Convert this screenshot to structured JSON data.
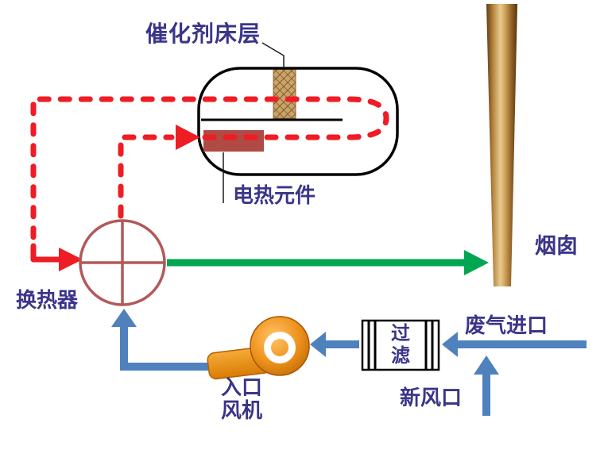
{
  "diagram": {
    "labels": {
      "catalyst_bed": "催化剂床层",
      "electric_heater": "电热元件",
      "heat_exchanger": "换热器",
      "chimney": "烟囱",
      "inlet_fan": [
        "入口",
        "风机"
      ],
      "filter": [
        "过",
        "滤"
      ],
      "waste_gas_inlet": "废气进口",
      "fresh_air_inlet": "新风口"
    },
    "colors": {
      "label_text": "#3a3589",
      "hot_gas_dashed_line": "#ee1c25",
      "clean_gas_arrow": "#00a651",
      "air_duct_arrow": "#4f81bd",
      "heater_block": "#b04a44",
      "heat_exchanger_outline": "#b25959",
      "fan_body": "#f0941e",
      "chimney_body": "#a5702e",
      "catalyst_block": "#c9a36a",
      "reactor_outline": "#000000"
    }
  }
}
